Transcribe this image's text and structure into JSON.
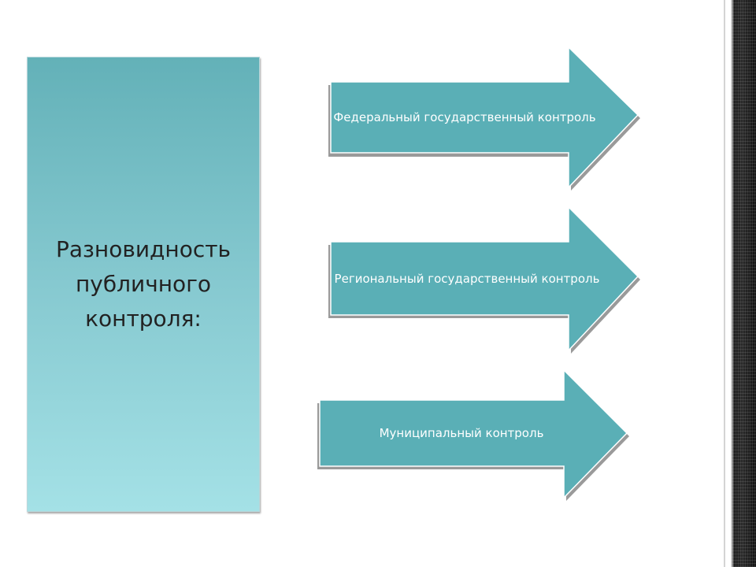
{
  "slide": {
    "colors": {
      "arrow_fill": "#5aafb6",
      "arrow_shadow": "#9a9a9a",
      "box_top": "#63b1b8",
      "box_bottom": "#a4e1e6",
      "text_dark": "#222222",
      "text_light": "#ffffff",
      "edge_dark": "#1e1e1e"
    }
  },
  "main_box": {
    "title": "Разновидность публичного контроля:"
  },
  "arrows": [
    {
      "label": "Федеральный государственный контроль"
    },
    {
      "label": "Региональный государственный контроль"
    },
    {
      "label": "Муниципальный контроль"
    }
  ]
}
